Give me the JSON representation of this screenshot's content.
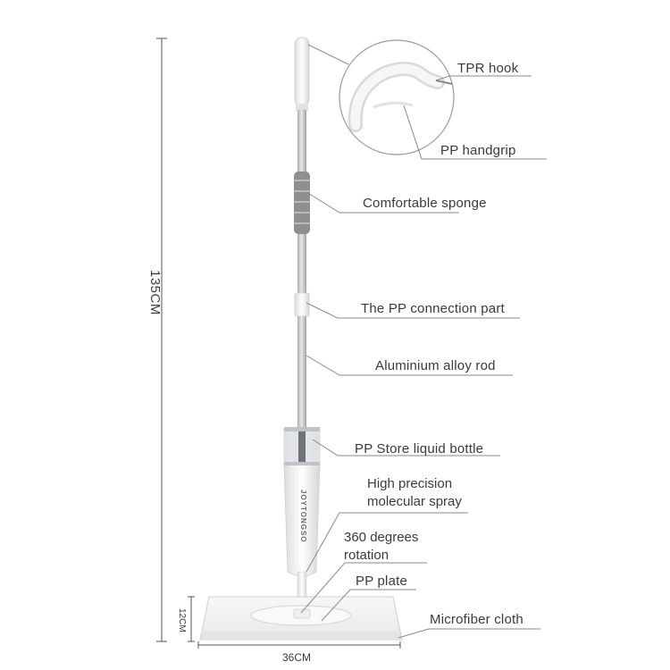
{
  "dimensions": {
    "height": "135CM",
    "pad_depth": "12CM",
    "pad_width": "36CM"
  },
  "brand": "JOYTONGSO",
  "labels": {
    "tpr_hook": "TPR hook",
    "pp_handgrip": "PP handgrip",
    "sponge": "Comfortable sponge",
    "connection": "The PP connection part",
    "rod": "Aluminium alloy rod",
    "bottle": "PP Store liquid bottle",
    "spray_line1": "High precision",
    "spray_line2": "molecular spray",
    "rotation_line1": "360 degrees",
    "rotation_line2": "rotation",
    "plate": "PP plate",
    "cloth": "Microfiber cloth"
  },
  "colors": {
    "text": "#3a3a3a",
    "line": "#8a8a8a",
    "rod": "#c9ccd0",
    "sponge": "#8e8e8e",
    "white_part": "#f4f4f4"
  }
}
